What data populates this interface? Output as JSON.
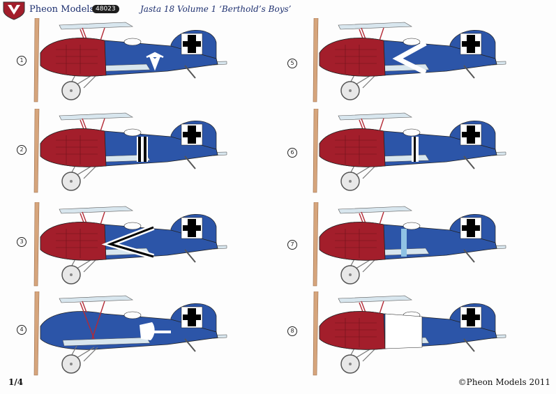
{
  "header": {
    "brand": "Pheon Models",
    "code": "48023",
    "title": "Jasta 18 Volume 1 ‘Berthold’s Boys’"
  },
  "footer": {
    "scale": "1/4",
    "copyright": "©Pheon Models 2011"
  },
  "colors": {
    "blue": "#2c55a8",
    "red": "#a31e2b",
    "pale": "#d8e6ee",
    "prop": "#d6a57c"
  },
  "profiles": [
    {
      "number": "1",
      "nose": "red",
      "marking": "winged-emblem"
    },
    {
      "number": "5",
      "nose": "red",
      "marking": "chevron-white"
    },
    {
      "number": "2",
      "nose": "red",
      "marking": "fuselage-bands-black-white"
    },
    {
      "number": "6",
      "nose": "red",
      "marking": "fuselage-band-white"
    },
    {
      "number": "3",
      "nose": "red",
      "marking": "chevron-black-white"
    },
    {
      "number": "7",
      "nose": "red",
      "marking": "fuselage-band-light-blue"
    },
    {
      "number": "4",
      "nose": "blue",
      "marking": "axe-emblem"
    },
    {
      "number": "8",
      "nose": "red",
      "marking": "white-panel"
    }
  ]
}
